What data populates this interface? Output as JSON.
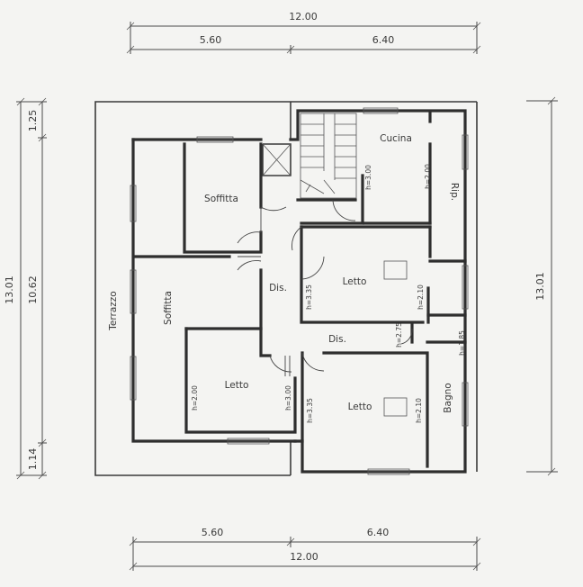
{
  "dimensions": {
    "top_total": "12.00",
    "top_left": "5.60",
    "top_right": "6.40",
    "bottom_left": "5.60",
    "bottom_right": "6.40",
    "bottom_total": "12.00",
    "left_total": "13.01",
    "left_top": "1.25",
    "left_middle": "10.62",
    "left_bottom": "1.14",
    "right_total": "13.01"
  },
  "rooms": {
    "terrazzo": "Terrazzo",
    "soffitta_small": "Soffitta",
    "soffitta_large": "Soffitta",
    "cucina": "Cucina",
    "rip": "Rip.",
    "dis_upper": "Dis.",
    "dis_lower": "Dis.",
    "letto_center": "Letto",
    "letto_lower_left": "Letto",
    "letto_lower_right": "Letto",
    "bagno": "Bagno"
  },
  "heights": {
    "cucina": "h=3.00",
    "rip": "h=2.00",
    "letto_center_left": "h=3.35",
    "letto_center_right": "h=2.10",
    "dis_lower": "h=2.75",
    "bagno": "h=1.85",
    "letto_lower_left_left": "h=2.00",
    "letto_lower_left_right": "h=3.00",
    "letto_lower_right_left": "h=3.35",
    "letto_lower_right_right": "h=2.10"
  }
}
